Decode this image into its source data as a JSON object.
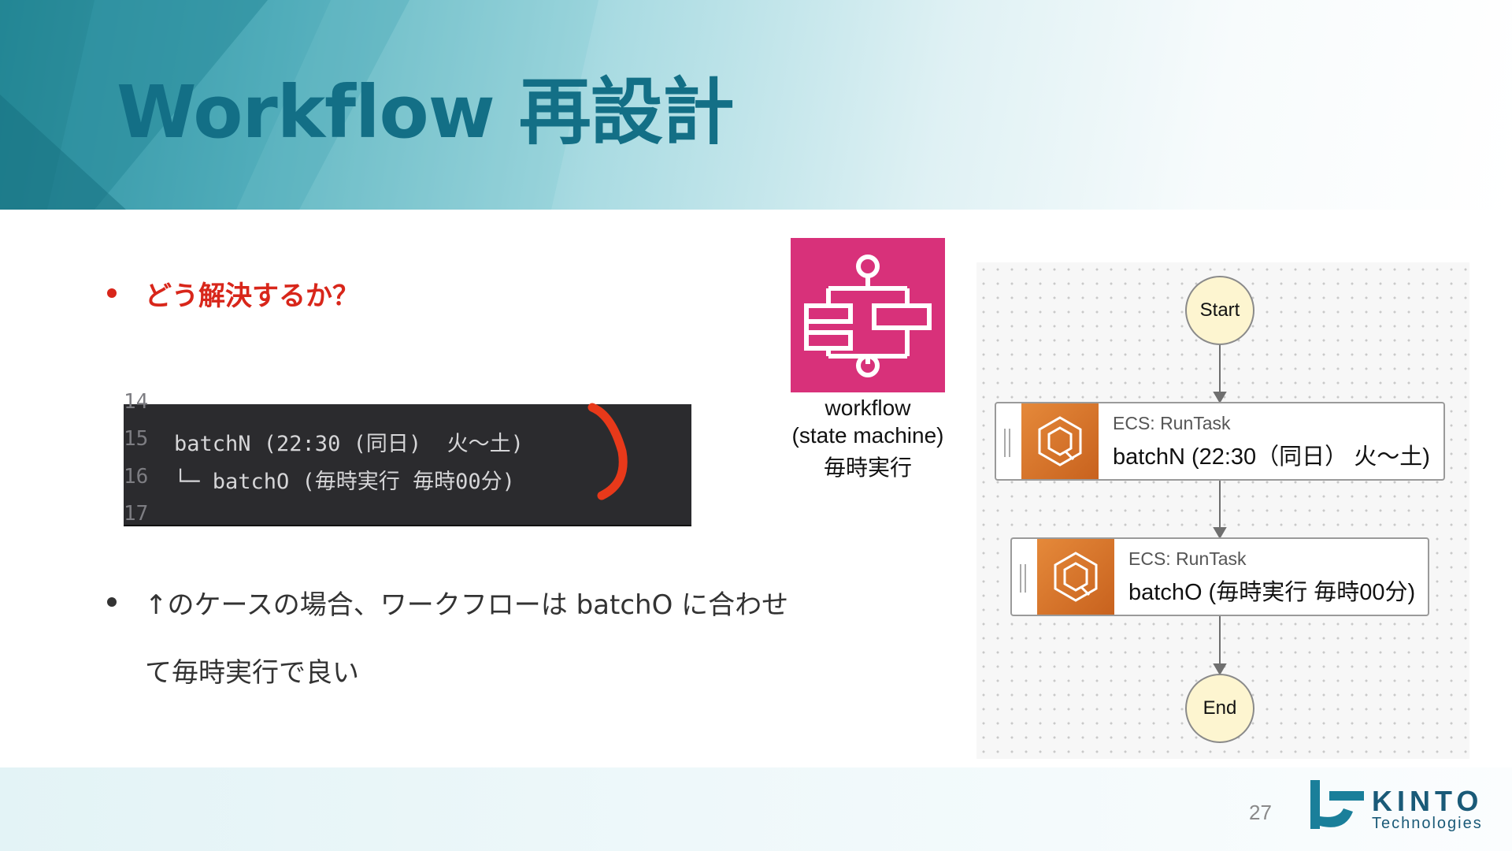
{
  "slide": {
    "title": "Workflow 再設計",
    "page_number": "27"
  },
  "bullets": [
    {
      "text": "どう解決するか？",
      "color": "#d8261a"
    },
    {
      "lines": [
        "↑のケースの場合、ワークフローは batchO に合わせ",
        "て毎時実行で良い"
      ],
      "color": "#333333"
    }
  ],
  "code_snippet": {
    "lines": [
      {
        "number": "14",
        "text": ""
      },
      {
        "number": "15",
        "text": "batchN (22:30 (同日)  火〜土)"
      },
      {
        "number": "16",
        "text": "└─ batchO (毎時実行 毎時00分)"
      },
      {
        "number": "17",
        "text": ""
      }
    ],
    "annotation_color": "#e8391a"
  },
  "state_machine_icon": {
    "icon": "step-functions-icon",
    "color": "#d8317a",
    "label_lines": [
      "workflow",
      "(state machine)",
      "毎時実行"
    ]
  },
  "workflow_graph": {
    "start_label": "Start",
    "end_label": "End",
    "tasks": [
      {
        "type": "ECS: RunTask",
        "name": "batchN (22:30（同日） 火〜土)",
        "icon": "ecs-icon"
      },
      {
        "type": "ECS: RunTask",
        "name": "batchO (毎時実行 毎時00分)",
        "icon": "ecs-icon"
      }
    ]
  },
  "logo": {
    "word": "KINTO",
    "sub": "Technologies",
    "color": "#1a5a78"
  }
}
